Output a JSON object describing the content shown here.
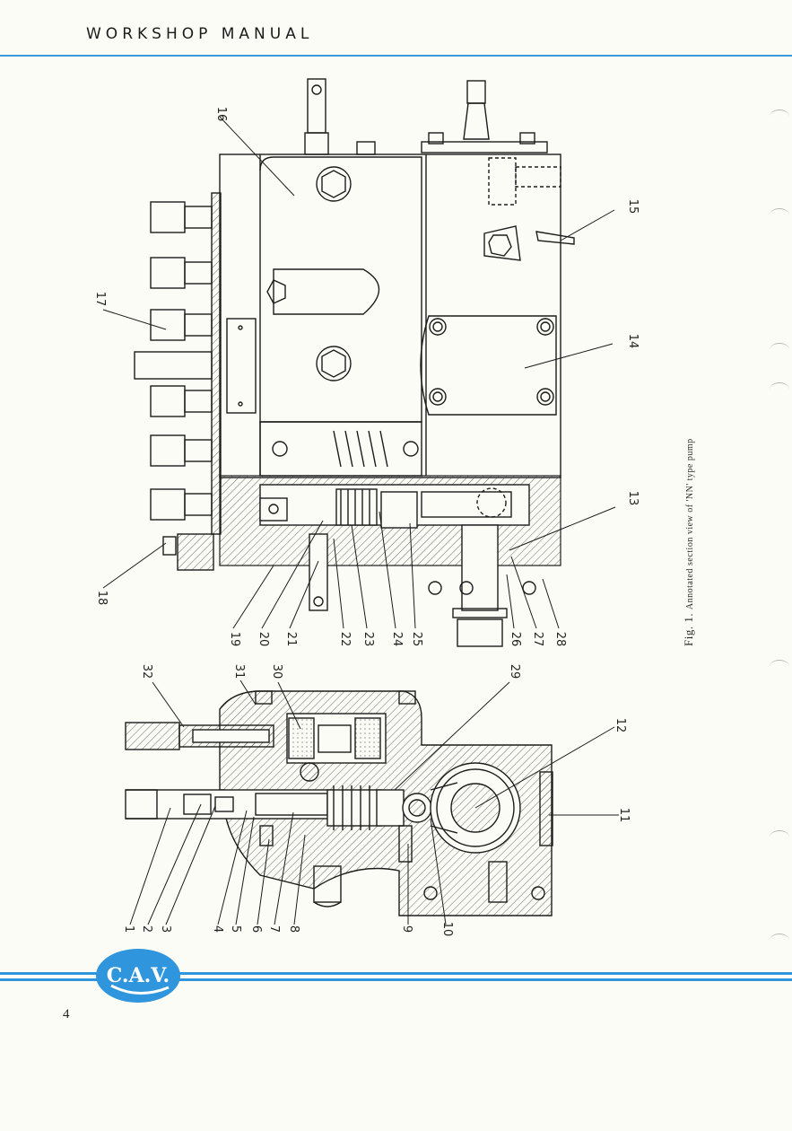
{
  "header": {
    "title": "WORKSHOP MANUAL"
  },
  "figure": {
    "caption_prefix": "Fig. 1.",
    "caption_text": "Annotated section view of 'NN' type pump",
    "callouts_top_view": [
      "14",
      "15",
      "16",
      "17",
      "18",
      "19",
      "20",
      "21",
      "22",
      "23",
      "24",
      "25",
      "26",
      "27",
      "28"
    ],
    "callouts_section_view": [
      "1",
      "2",
      "3",
      "4",
      "5",
      "6",
      "7",
      "8",
      "9",
      "10",
      "11",
      "12",
      "29",
      "30",
      "31",
      "32"
    ]
  },
  "footer": {
    "logo_text": "C.A.V.",
    "page_number": "4"
  },
  "colors": {
    "accent_blue": "#2f95dc",
    "paper": "#fcfcf7",
    "ink": "#1a1a1a"
  }
}
